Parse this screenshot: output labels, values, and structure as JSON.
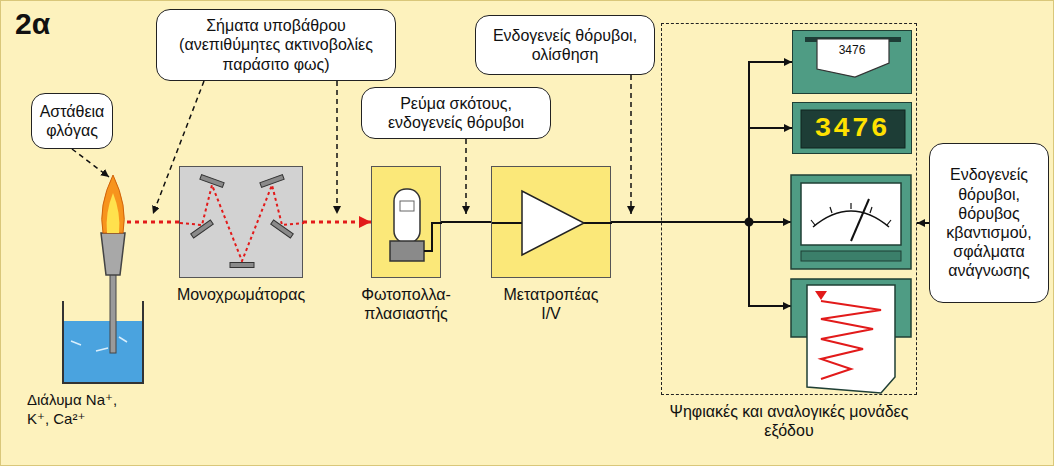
{
  "diagram": {
    "title": "2α",
    "nodes": [
      {
        "text": [
          "Αστάθεια φλόγας"
        ]
      },
      {
        "text": [
          "Σήματα υποβάθρου (ανεπιθύμητες ακτινοβολίες παράσιτο φως)"
        ]
      },
      {
        "text": [
          "Ρεύμα σκότους, ενδογενείς θόρυβοι"
        ]
      },
      {
        "text": [
          "Ενδογενείς θόρυβοι, ολίσθηση"
        ]
      },
      {
        "text": [
          "Μονοχρωμάτορας"
        ]
      },
      {
        "text": [
          "Φωτοπολλα- πλασιαστής"
        ]
      },
      {
        "text": [
          "Μετατροπέας I/V"
        ]
      },
      {
        "text": [
          "Ψηφιακές και αναλογικές μονάδες εξόδου"
        ]
      },
      {
        "text": [
          "3476"
        ],
        "in": 7
      },
      {
        "text": [
          "3476"
        ],
        "in": 7
      },
      {
        "text": [
          "Ενδογενείς θόρυβοι, θόρυβος κβαντισμού, σφάλματα ανάγνωσης"
        ]
      }
    ],
    "edges": [
      {
        "from": 4,
        "to": 5,
        "arrow": "to"
      },
      {
        "from": 5,
        "to": 6,
        "arrow": "none"
      },
      {
        "from": 6,
        "to": 8,
        "arrow": "to"
      },
      {
        "from": 6,
        "to": 9,
        "arrow": "to"
      },
      {
        "from": 10,
        "to": 7,
        "arrow": "to"
      }
    ],
    "labels": [
      "Διάλυμα Na⁺, K⁺, Ca²⁺"
    ]
  }
}
